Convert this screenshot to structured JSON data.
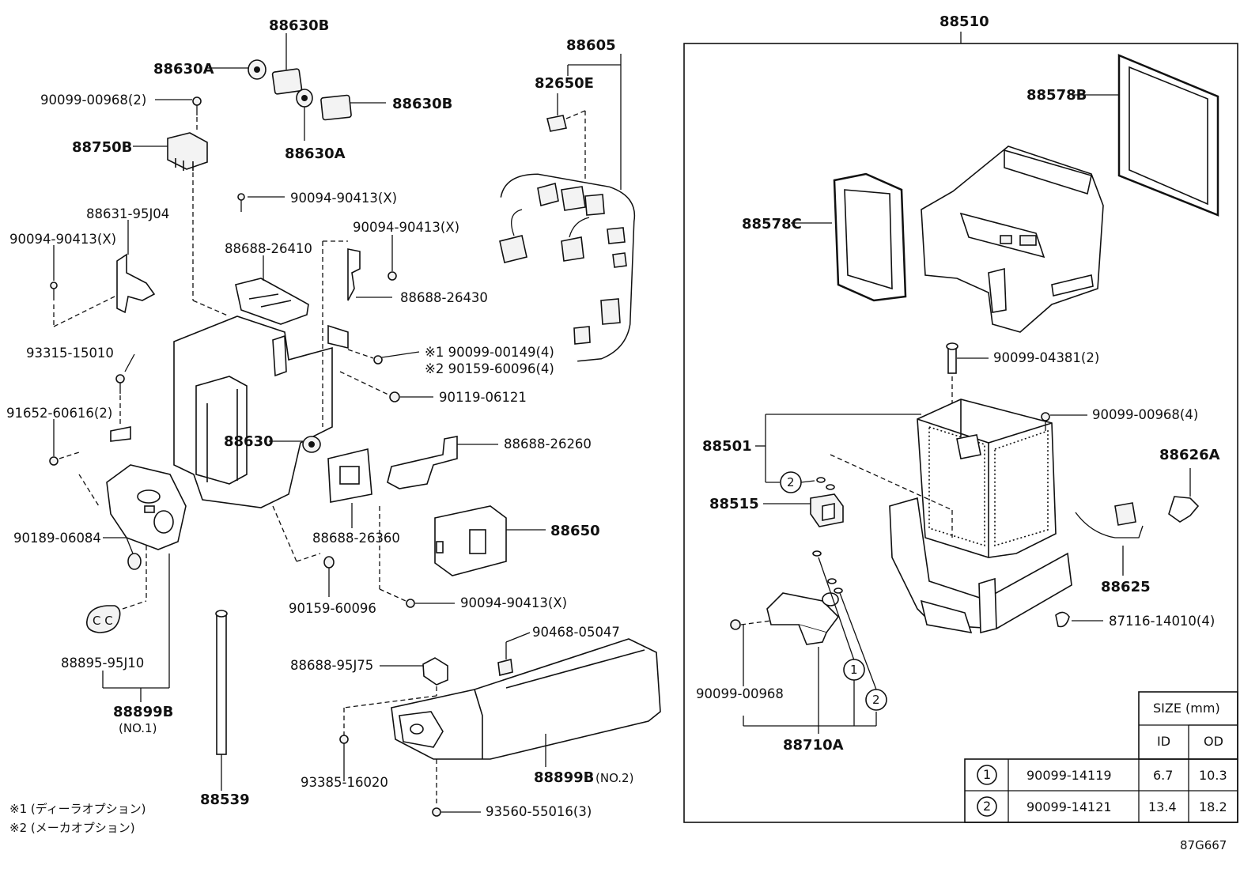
{
  "labels": {
    "l88630B_top": "88630B",
    "l88630A_top": "88630A",
    "l90099_00968_2": "90099-00968(2)",
    "l88630B_mid": "88630B",
    "l88630A_mid": "88630A",
    "l88750B": "88750B",
    "l90094_90413_x1": "90094-90413(X)",
    "l88631_95J04": "88631-95J04",
    "l90094_90413_x2": "90094-90413(X)",
    "l88688_26410": "88688-26410",
    "l90094_90413_x3": "90094-90413(X)",
    "l88688_26430": "88688-26430",
    "l90099_00149": "※1 90099-00149(4)",
    "l90159_60096_4": "※2 90159-60096(4)",
    "l93315_15010": "93315-15010",
    "l90119_06121": "90119-06121",
    "l91652_60616": "91652-60616(2)",
    "l88630": "88630",
    "l88688_26260": "88688-26260",
    "l88688_26360": "88688-26360",
    "l88650": "88650",
    "l90189_06084": "90189-06084",
    "l90159_60096": "90159-60096",
    "l90094_90413_x4": "90094-90413(X)",
    "l90468_05047": "90468-05047",
    "l88895_95J10": "88895-95J10",
    "l88688_95J75": "88688-95J75",
    "l88899B_1": "88899B",
    "l88899B_1_no": "(NO.1)",
    "l93385_16020": "93385-16020",
    "l88899B_2": "88899B",
    "l88899B_2_no": "(NO.2)",
    "l88539": "88539",
    "l93560_55016": "93560-55016(3)",
    "l88605": "88605",
    "l82650E": "82650E",
    "l88510": "88510",
    "l88578B": "88578B",
    "l88578C": "88578C",
    "l90099_04381": "90099-04381(2)",
    "l88501": "88501",
    "l90099_00968_4": "90099-00968(4)",
    "l88626A": "88626A",
    "l88515": "88515",
    "l88625": "88625",
    "l87116_14010": "87116-14010(4)",
    "l90099_00968": "90099-00968",
    "l88710A": "88710A",
    "c1": "1",
    "c2": "2",
    "c1b": "1",
    "c2b": "2"
  },
  "notes": {
    "n1": "※1 (ディーラオプション)",
    "n2": "※2 (メーカオプション)"
  },
  "size_table": {
    "header": "SIZE (mm)",
    "col_id": "ID",
    "col_od": "OD",
    "rows": [
      {
        "mark": "1",
        "part": "90099-14119",
        "id": "6.7",
        "od": "10.3"
      },
      {
        "mark": "2",
        "part": "90099-14121",
        "id": "13.4",
        "od": "18.2"
      }
    ]
  },
  "diagram_code": "87G667"
}
